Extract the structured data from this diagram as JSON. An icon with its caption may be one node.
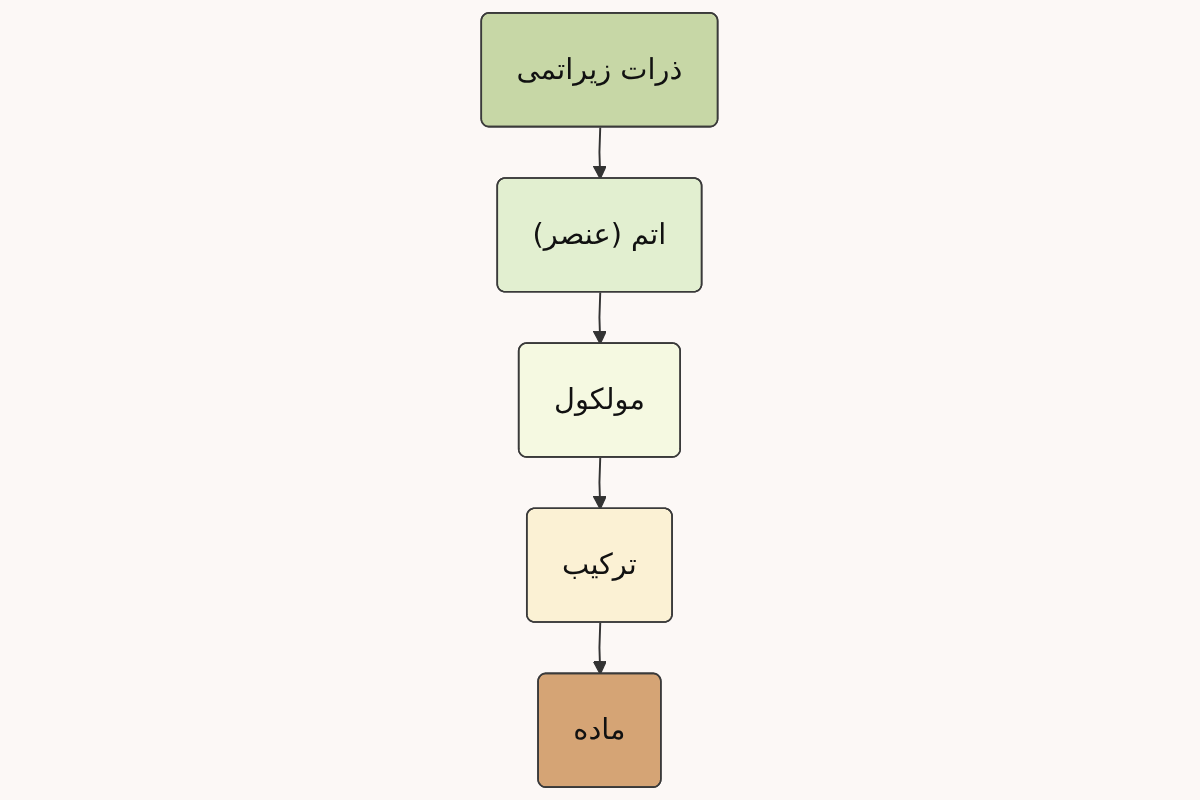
{
  "diagram": {
    "nodes": [
      {
        "text": [
          "ذرات زیراتمی"
        ]
      },
      {
        "text": [
          "اتم (عنصر)"
        ]
      },
      {
        "text": [
          "مولکول"
        ]
      },
      {
        "text": [
          "ترکیب"
        ]
      },
      {
        "text": [
          "ماده"
        ]
      }
    ],
    "edges": [
      {
        "from": 0,
        "to": 1,
        "arrow": "to"
      },
      {
        "from": 1,
        "to": 2,
        "arrow": "to"
      },
      {
        "from": 2,
        "to": 3,
        "arrow": "to"
      },
      {
        "from": 3,
        "to": 4,
        "arrow": "to"
      }
    ]
  }
}
